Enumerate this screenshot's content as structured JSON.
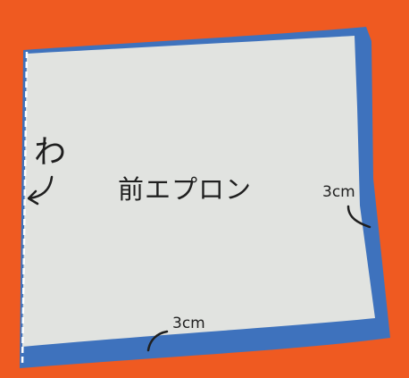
{
  "labels": {
    "fold": "わ",
    "title": "前エプロン",
    "seam_right": "3cm",
    "seam_bottom": "3cm"
  },
  "colors": {
    "background": "#ef5a21",
    "paper": "#e1e3e0",
    "seam_band": "#3e72bd",
    "ink": "#1f1f1f",
    "fold_line": "#ffffff"
  }
}
